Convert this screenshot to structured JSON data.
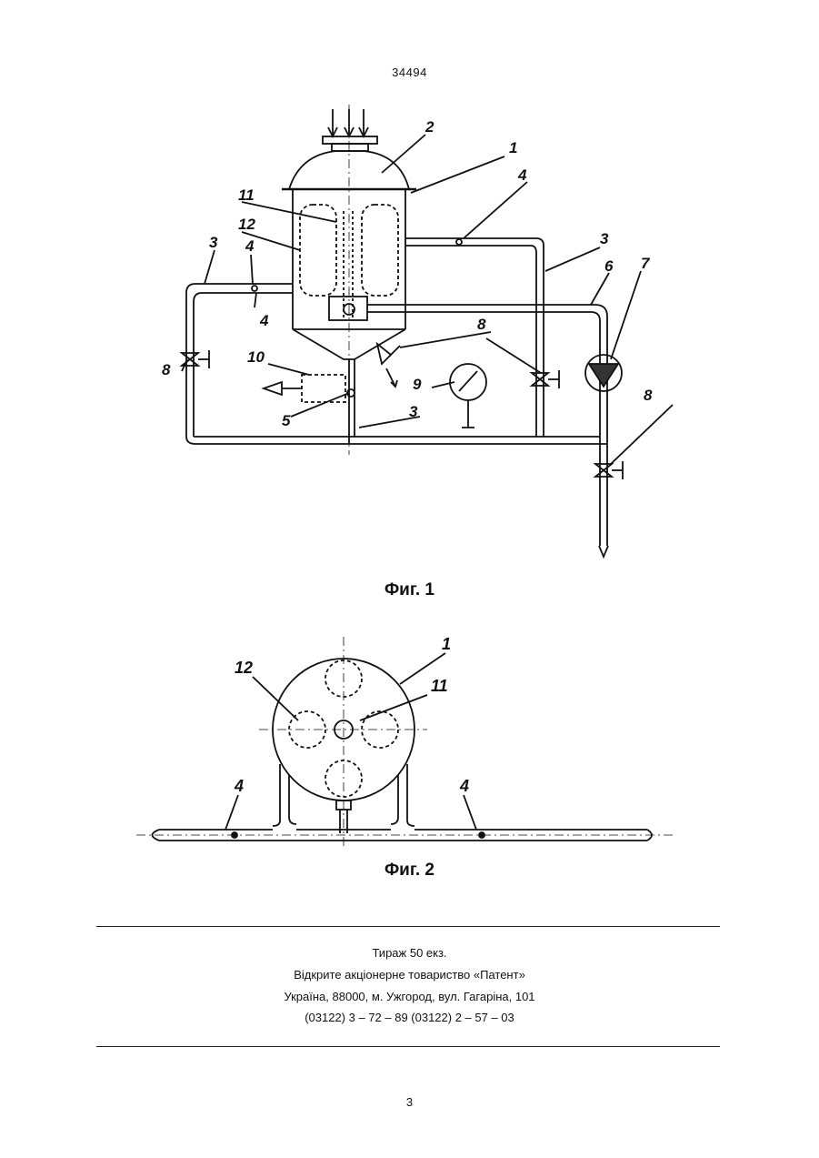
{
  "header": {
    "patent_number": "34494"
  },
  "figure1": {
    "caption": "Фиг. 1",
    "labels": [
      "1",
      "2",
      "3",
      "3",
      "3",
      "4",
      "4",
      "4",
      "5",
      "6",
      "7",
      "8",
      "8",
      "8",
      "9",
      "10",
      "11",
      "12"
    ]
  },
  "figure2": {
    "caption": "Фиг. 2",
    "labels": [
      "1",
      "11",
      "12",
      "4",
      "4"
    ]
  },
  "imprint": {
    "line1": "Тираж 50 екз.",
    "line2": "Відкрите акціонерне товариство «Патент»",
    "line3": "Україна, 88000, м. Ужгород, вул. Гагаріна, 101",
    "line4": "(03122) 3 – 72 – 89   (03122) 2 – 57 – 03"
  },
  "footer": {
    "page_number": "3"
  }
}
